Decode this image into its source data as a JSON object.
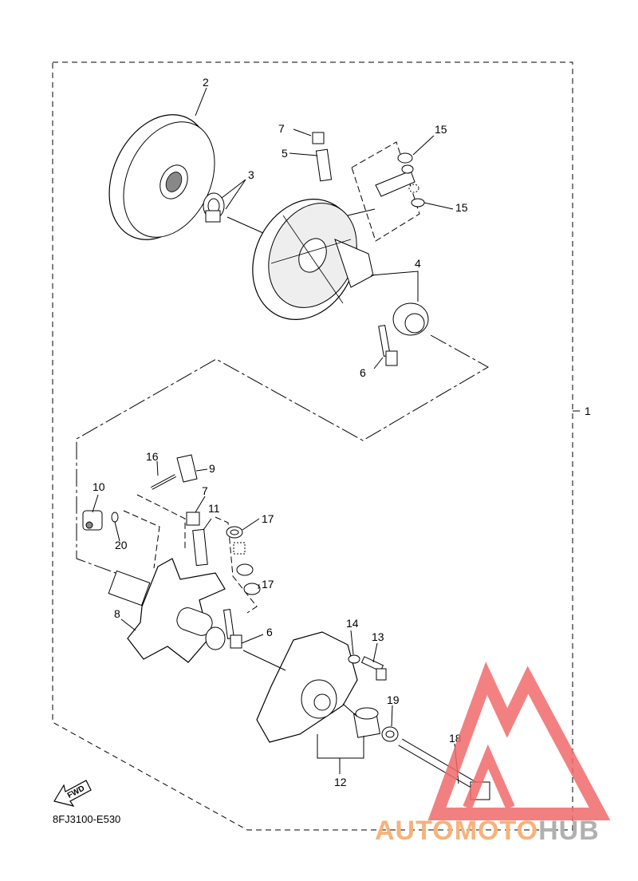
{
  "diagram": {
    "code": "8FJ3100-E530",
    "fwd_label": "FWD",
    "callouts": [
      "1",
      "2",
      "3",
      "4",
      "5",
      "6",
      "6",
      "7",
      "7",
      "8",
      "9",
      "10",
      "11",
      "12",
      "13",
      "14",
      "15",
      "15",
      "16",
      "17",
      "17",
      "18",
      "19",
      "20"
    ]
  },
  "watermark": {
    "text_a": "AUTOMOTO",
    "text_b": "HUB",
    "color_a": "#f7b27a",
    "color_b": "#b0b0b0",
    "logo_color": "#f26b6b"
  }
}
